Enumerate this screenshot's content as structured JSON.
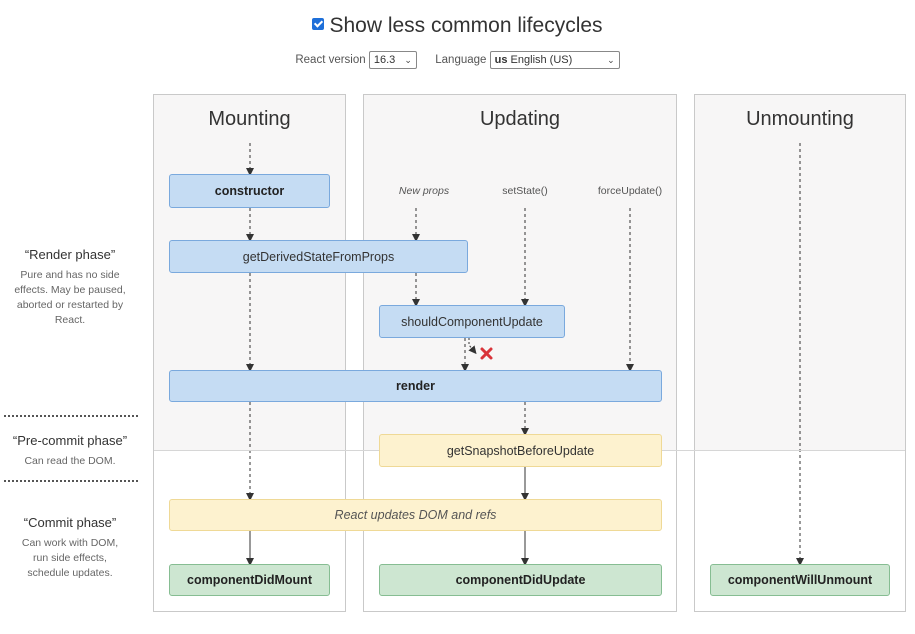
{
  "header": {
    "show_less_common_label": "Show less common lifecycles",
    "show_less_common_checked": true,
    "react_version_label": "React version",
    "react_version_value": "16.3",
    "language_label": "Language",
    "language_flag": "us",
    "language_value": "English (US)"
  },
  "columns": {
    "mounting": "Mounting",
    "updating": "Updating",
    "unmounting": "Unmounting"
  },
  "phases": {
    "render_title": "“Render phase”",
    "render_desc": "Pure and has no side effects. May be paused, aborted or restarted by React.",
    "precommit_title": "“Pre-commit phase”",
    "precommit_desc": "Can read the DOM.",
    "commit_title": "“Commit phase”",
    "commit_desc": "Can work with DOM, run side effects, schedule updates."
  },
  "triggers": {
    "new_props": "New props",
    "set_state": "setState()",
    "force_update": "forceUpdate()"
  },
  "methods": {
    "constructor": "constructor",
    "get_derived_state_from_props": "getDerivedStateFromProps",
    "should_component_update": "shouldComponentUpdate",
    "render": "render",
    "get_snapshot_before_update": "getSnapshotBeforeUpdate",
    "react_updates_dom": "React updates DOM and refs",
    "component_did_mount": "componentDidMount",
    "component_did_update": "componentDidUpdate",
    "component_will_unmount": "componentWillUnmount"
  },
  "colors": {
    "render_phase_box": "#c5dcf3",
    "precommit_phase_box": "#fdf2cf",
    "commit_phase_box": "#cde6d1",
    "cancel_mark": "#d9343a",
    "checkbox": "#1e6fd9"
  }
}
